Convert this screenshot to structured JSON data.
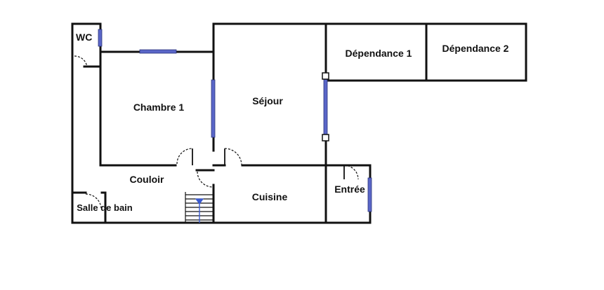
{
  "rooms": {
    "wc": "WC",
    "chambre1": "Chambre 1",
    "sejour": "Séjour",
    "dependance1": "Dépendance 1",
    "dependance2": "Dépendance 2",
    "couloir": "Couloir",
    "cuisine": "Cuisine",
    "entree": "Entrée",
    "salle_de_bain": "Salle de bain"
  },
  "colors": {
    "wall": "#111111",
    "window": "#5a66c8",
    "stair_arrow": "#3a5ad0"
  }
}
